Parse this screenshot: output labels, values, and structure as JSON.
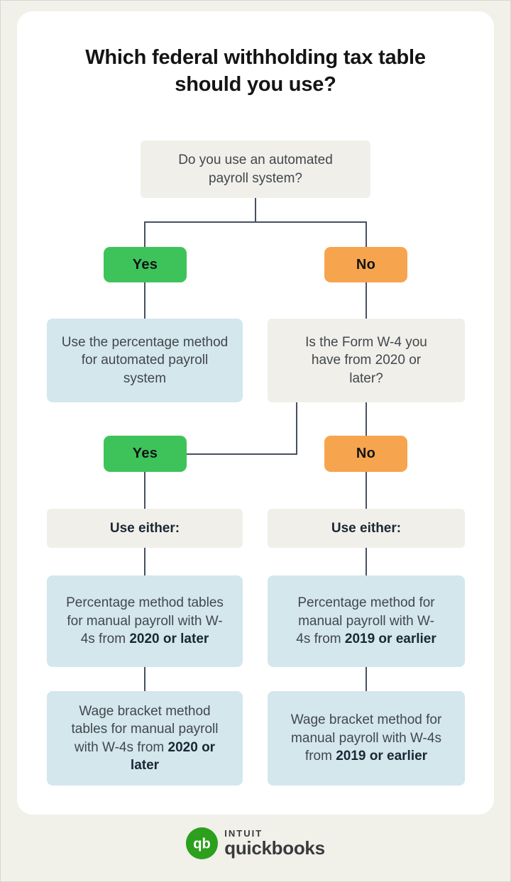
{
  "title": "Which federal withholding tax table should you use?",
  "colors": {
    "page_bg": "#f1f0e9",
    "card_bg": "#ffffff",
    "title_color": "#141414",
    "question_gray": "#f0efe9",
    "info_blue": "#d3e7ed",
    "yes_green": "#3ec35a",
    "no_orange": "#f7a44e",
    "line_color": "#475060",
    "body_text": "#42474d",
    "strong_text": "#1b2733",
    "pill_text": "#101417",
    "logo_green": "#2ca01c",
    "brand_text": "#393a3d"
  },
  "flowchart": {
    "root_question": "Do you use an automated payroll system?",
    "yes_label": "Yes",
    "no_label": "No",
    "automated_result": "Use the percentage method for automated payroll system",
    "w4_question": "Is the Form W-4 you have from 2020 or later?",
    "use_either_label": "Use either:",
    "manual_2020": {
      "percentage_text": "Percentage method tables for manual payroll with W-4s from ",
      "percentage_bold": "2020 or later",
      "wage_text": "Wage bracket method tables for manual payroll with W-4s from ",
      "wage_bold": "2020 or later"
    },
    "manual_2019": {
      "percentage_text": "Percentage method for manual payroll with W-4s from ",
      "percentage_bold": "2019 or earlier",
      "wage_text": "Wage bracket method for manual payroll with W-4s from ",
      "wage_bold": "2019 or earlier"
    }
  },
  "footer": {
    "brand_name": "INTUIT",
    "product_name": "quickbooks",
    "logo_glyph": "qb"
  }
}
